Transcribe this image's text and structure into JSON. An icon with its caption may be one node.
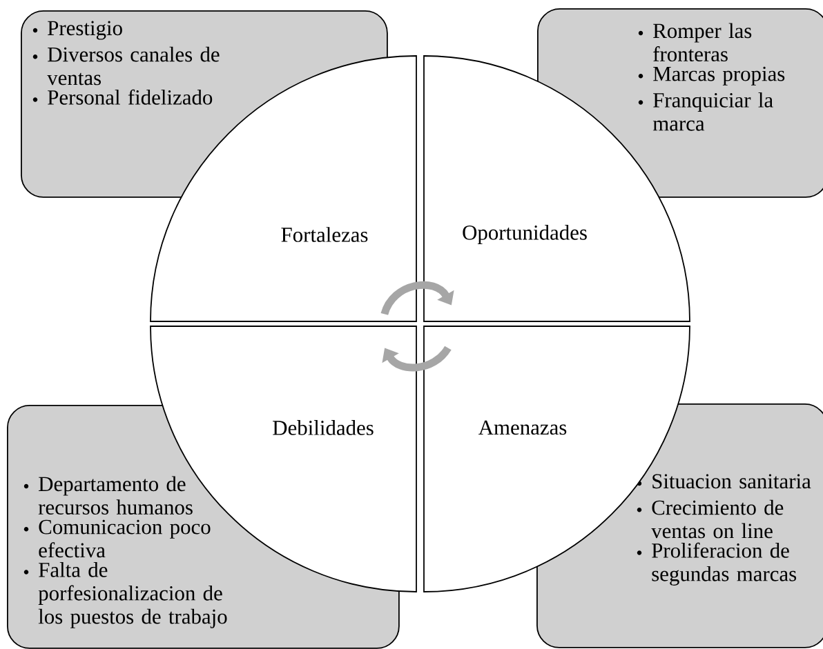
{
  "diagram": {
    "nodes": [
      {
        "text": [
          "Prestigio",
          "Diversos canales de ventas",
          "Personal fidelizado"
        ]
      },
      {
        "text": [
          "Romper las fronteras",
          "Marcas propias",
          "Franquiciar la marca"
        ]
      },
      {
        "text": [
          "Fortalezas"
        ]
      },
      {
        "text": [
          "Oportunidades"
        ]
      },
      {
        "text": [
          "Debilidades"
        ]
      },
      {
        "text": [
          "Amenazas"
        ]
      },
      {
        "text": [
          "Departamento de recursos humanos",
          "Comunicacion poco efectiva",
          "Falta de porfesionalizacion de los puestos de trabajo"
        ]
      },
      {
        "text": [
          "Situacion sanitaria",
          "Crecimiento de ventas on line",
          "Proliferacion de segundas marcas"
        ]
      }
    ],
    "edges": [
      {
        "from": 2,
        "to": 3,
        "arrow": "to"
      },
      {
        "from": 5,
        "to": 4,
        "arrow": "to"
      }
    ]
  }
}
